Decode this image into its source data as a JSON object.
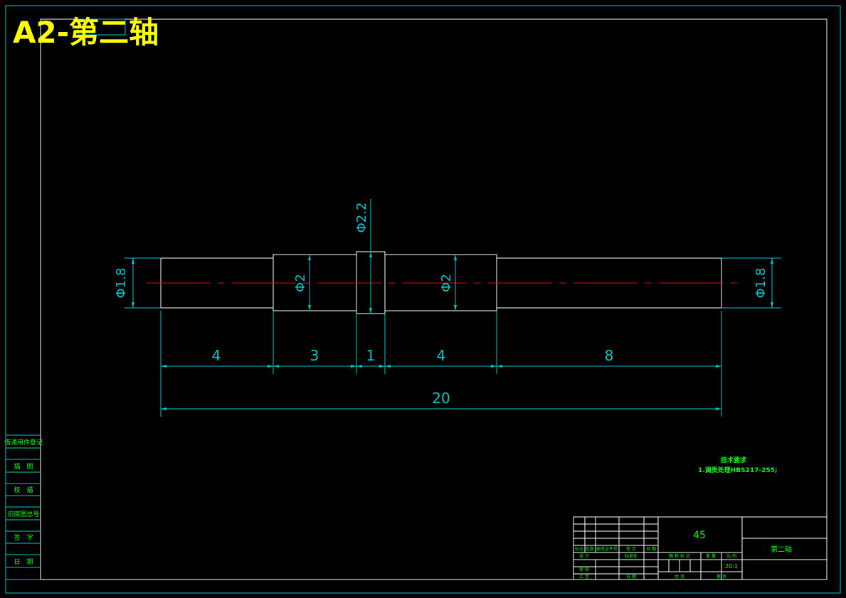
{
  "title": "A2-第二轴",
  "colors": {
    "frame": "#00c8c8",
    "part": "#ffffff",
    "centerline": "#d01010",
    "dimension": "#00c8c8",
    "text": "#00ff00",
    "title": "#ffff00"
  },
  "shaft": {
    "diameters": {
      "left_end": "Φ1.8",
      "seg2": "Φ2",
      "collar": "Φ2.2",
      "seg4": "Φ2",
      "right_end": "Φ1.8"
    },
    "lengths": [
      "4",
      "3",
      "1",
      "4",
      "8"
    ],
    "total_length": "20"
  },
  "tech_requirements": {
    "heading": "技术要求",
    "line1": "1.调质处理HBS217-255;"
  },
  "left_strip": [
    "借通用件登记",
    "描　图",
    "校　描",
    "旧底图总号",
    "签　字",
    "日　期"
  ],
  "title_block": {
    "material": "45",
    "part_name": "第二轴",
    "scale": "20:1",
    "rev_headers": [
      "标记",
      "处数",
      "更改文件号",
      "签 字",
      "日 期"
    ],
    "design": "设 计",
    "standardize": "标准化",
    "review": "审 核",
    "process": "工 艺",
    "date": "日 期",
    "stage_mark": "图 样 标 记",
    "weight": "重 量",
    "scale_label": "比 例",
    "sheets_total": "共 页",
    "sheet_no": "第 页"
  }
}
